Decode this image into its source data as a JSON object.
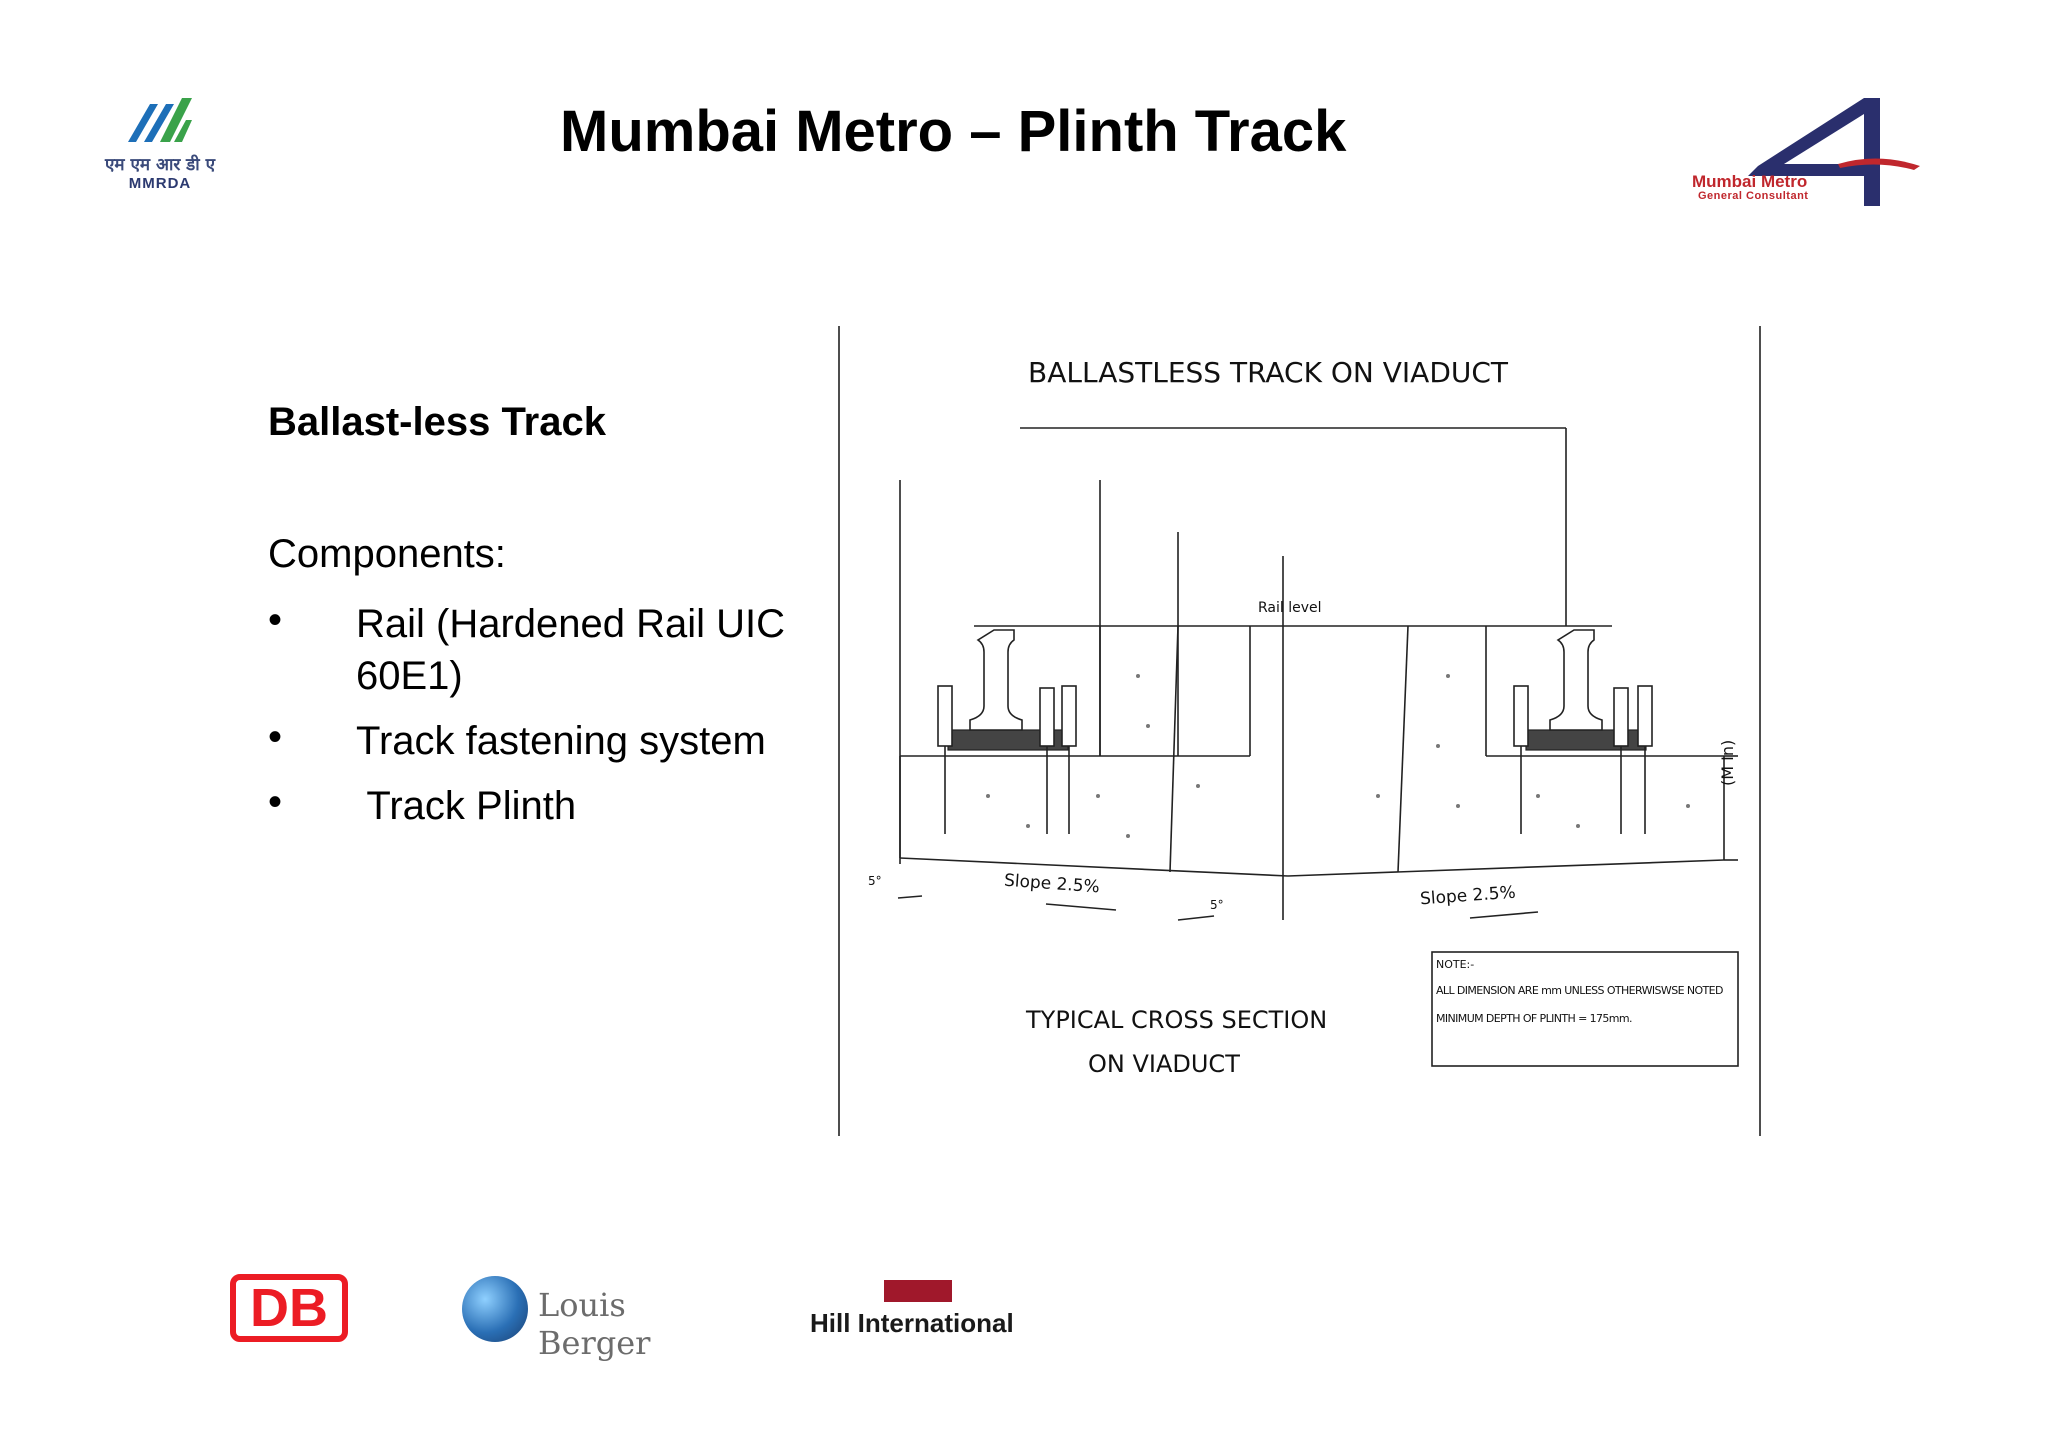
{
  "header": {
    "title": "Mumbai Metro – Plinth Track",
    "logo_left": {
      "icon": "mmrda-logo",
      "line1": "एम एम आर डी ए",
      "line2": "MMRDA"
    },
    "logo_right": {
      "icon": "mumbai-metro-gc-logo",
      "line1": "Mumbai Metro",
      "line2": "General Consultant"
    }
  },
  "content": {
    "subheading": "Ballast-less Track",
    "components_label": "Components:",
    "bullets": [
      "Rail (Hardened Rail UIC 60E1)",
      "Track fastening system",
      " Track Plinth"
    ]
  },
  "diagram": {
    "title": "BALLASTLESS TRACK ON VIADUCT",
    "rail_level_label": "Rail level",
    "slope_left": "Slope 2.5%",
    "slope_right": "Slope 2.5%",
    "angle_left": "5°",
    "angle_mid": "5°",
    "side_label": "(M In)",
    "caption_line1": "TYPICAL CROSS SECTION",
    "caption_line2": "ON VIADUCT",
    "note": {
      "heading": "NOTE:-",
      "line1": "ALL DIMENSION ARE mm UNLESS OTHERWISWSE NOTED",
      "line2": "MINIMUM DEPTH OF PLINTH = 175mm."
    }
  },
  "footer_logos": {
    "db": "DB",
    "louis_berger": "Louis Berger",
    "hill": "Hill International"
  }
}
